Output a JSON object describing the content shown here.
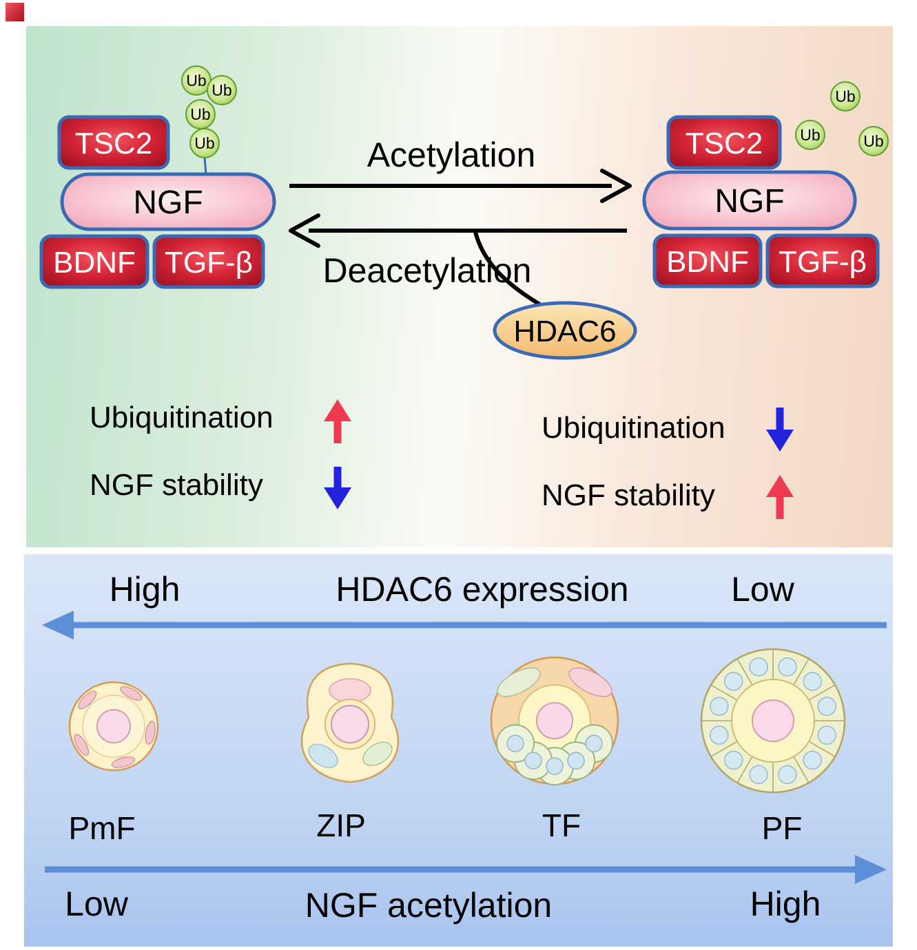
{
  "top_panel": {
    "acetylation_arrow_label": "Acetylation",
    "deacetylation_arrow_label": "Deacetylation",
    "hdac6_label": "HDAC6",
    "ub_label": "Ub",
    "left_complex": {
      "tsc2_label": "TSC2",
      "ngf_label": "NGF",
      "bdnf_label": "BDNF",
      "tgfb_label": "TGF-β"
    },
    "right_complex": {
      "tsc2_label": "TSC2",
      "ngf_label": "NGF",
      "bdnf_label": "BDNF",
      "tgfb_label": "TGF-β"
    },
    "left_status": {
      "ubiquitination_label": "Ubiquitination",
      "ubiquitination_trend": "up",
      "stability_label": "NGF stability",
      "stability_trend": "down"
    },
    "right_status": {
      "ubiquitination_label": "Ubiquitination",
      "ubiquitination_trend": "down",
      "stability_label": "NGF stability",
      "stability_trend": "up"
    }
  },
  "bottom_panel": {
    "hdac6_axis": {
      "left_label": "High",
      "title": "HDAC6 expression",
      "right_label": "Low",
      "arrow_direction": "left"
    },
    "follicles": [
      {
        "label": "PmF"
      },
      {
        "label": "ZIP"
      },
      {
        "label": "TF"
      },
      {
        "label": "PF"
      }
    ],
    "acetylation_axis": {
      "left_label": "Low",
      "title": "NGF acetylation",
      "right_label": "High",
      "arrow_direction": "right"
    }
  },
  "colors": {
    "protein_border_blue": "#3a6ab5",
    "up_arrow_red": "#ee3a50",
    "down_arrow_blue": "#2323dd",
    "axis_arrow_blue": "#5d8fd9"
  }
}
